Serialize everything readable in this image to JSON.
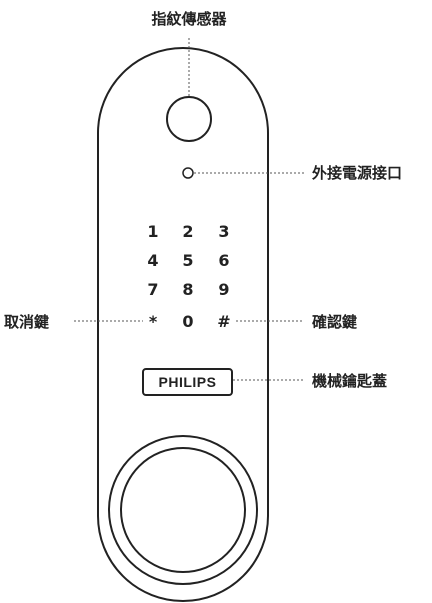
{
  "labels": {
    "fingerprint": "指紋傳感器",
    "power": "外接電源接口",
    "cancel": "取消鍵",
    "confirm": "確認鍵",
    "key": "機械鑰匙蓋"
  },
  "keypad": {
    "row1": [
      "1",
      "2",
      "3"
    ],
    "row2": [
      "4",
      "5",
      "6"
    ],
    "row3": [
      "7",
      "8",
      "9"
    ],
    "row4": [
      "*",
      "0",
      "#"
    ]
  },
  "logo": "PHILIPS",
  "colors": {
    "outline": "#222222",
    "leader": "#555555",
    "background": "#ffffff"
  }
}
